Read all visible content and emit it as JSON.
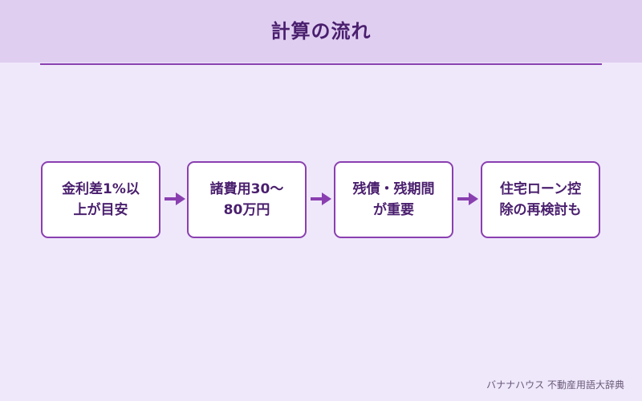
{
  "title": "計算の流れ",
  "steps": [
    {
      "line1": "金利差1%以",
      "line2": "上が目安"
    },
    {
      "line1": "諸費用30～",
      "line2": "80万円"
    },
    {
      "line1": "残債・残期間",
      "line2": "が重要"
    },
    {
      "line1": "住宅ローン控",
      "line2": "除の再検討も"
    }
  ],
  "footer": "バナナハウス 不動産用語大辞典",
  "colors": {
    "background": "#efe8fb",
    "header": "#e0cef1",
    "accent": "#8a3fb0",
    "text": "#4a1f6e"
  },
  "icons": [
    "arrow-right-icon"
  ]
}
